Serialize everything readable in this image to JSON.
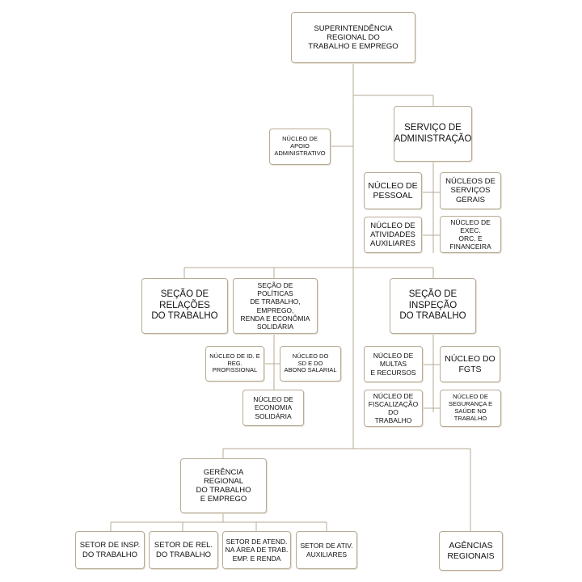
{
  "org_chart": {
    "superintendencia": "SUPERINTENDÊNCIA\nREGIONAL DO\nTRABALHO E EMPREGO",
    "nucleo_apoio": "NÚCLEO DE\nAPOIO\nADMINISTRATIVO",
    "servico_administracao": "SERVIÇO DE\nADMINISTRAÇÃO",
    "nucleo_pessoal": "NÚCLEO DE\nPESSOAL",
    "nucleos_servicos_gerais": "NÚCLEOS DE\nSERVIÇOS\nGERAIS",
    "nucleo_atividades_auxiliares": "NÚCLEO DE\nATIVIDADES\nAUXILIARES",
    "nucleo_exec_orc_financeira": "NÚCLEO DE\nEXEC.\nORC. E\nFINANCEIRA",
    "secao_relacoes_trabalho": "SEÇÃO DE\nRELAÇÕES\nDO TRABALHO",
    "secao_politicas": "SEÇÃO DE\nPOLÍTICAS\nDE TRABALHO,\nEMPREGO,\nRENDA E ECONÔMIA\nSOLIDÁRIA",
    "nucleo_id_reg_profissional": "NÚCLEO DE ID. E\nREG.\nPROFISSIONAL",
    "nucleo_sd_abono": "NÚCLEO DO\nSD E DO\nABONO SALARIAL",
    "nucleo_economia_solidaria": "NÚCLEO DE\nECONOMIA\nSOLIDÁRIA",
    "secao_inspecao": "SEÇÃO DE\nINSPEÇÃO\nDO TRABALHO",
    "nucleo_multas": "NÚCLEO DE\nMULTAS\nE RECURSOS",
    "nucleo_fgts": "NÚCLEO DO\nFGTS",
    "nucleo_fiscalizacao": "NÚCLEO DE\nFISCALIZAÇÃO DO\nTRABALHO",
    "nucleo_seguranca_saude": "NÚCLEO DE\nSEGURANÇA E\nSAÚDE NO\nTRABALHO",
    "gerencia_regional": "GERÊNCIA\nREGIONAL\nDO TRABALHO\nE EMPREGO",
    "setor_insp": "SETOR DE INSP.\nDO TRABALHO",
    "setor_rel": "SETOR DE REL.\nDO TRABALHO",
    "setor_atend": "SETOR DE ATEND.\nNA ÁREA DE TRAB.\nEMP. E RENDA",
    "setor_ativ_auxiliares": "SETOR DE ATIV.\nAUXILIARES",
    "agencias_regionais": "AGÊNCIAS\nREGIONAIS"
  },
  "colors": {
    "line": "#b7ab96",
    "box_border": "#b7ab96",
    "background": "#ffffff"
  }
}
